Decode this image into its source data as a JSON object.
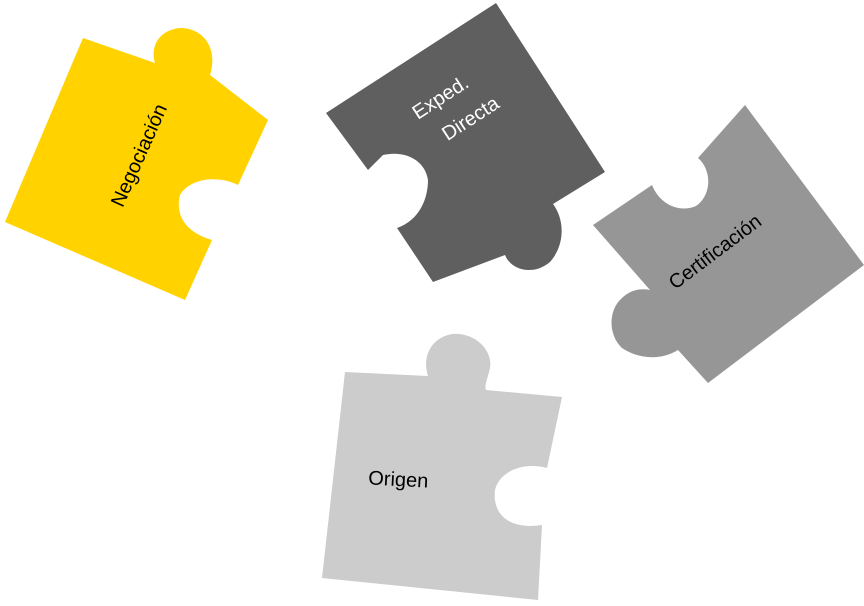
{
  "pieces": {
    "negociacion": {
      "label": "Negociación",
      "fill": "#FFD200",
      "text_color": "#000000"
    },
    "exped": {
      "label_line1": "Exped.",
      "label_line2": "Directa",
      "fill": "#5F5F5F",
      "text_color": "#FFFFFF"
    },
    "certificacion": {
      "label": "Certificación",
      "fill": "#969696",
      "text_color": "#000000"
    },
    "origen": {
      "label": "Origen",
      "fill": "#CCCCCC",
      "text_color": "#000000"
    }
  }
}
